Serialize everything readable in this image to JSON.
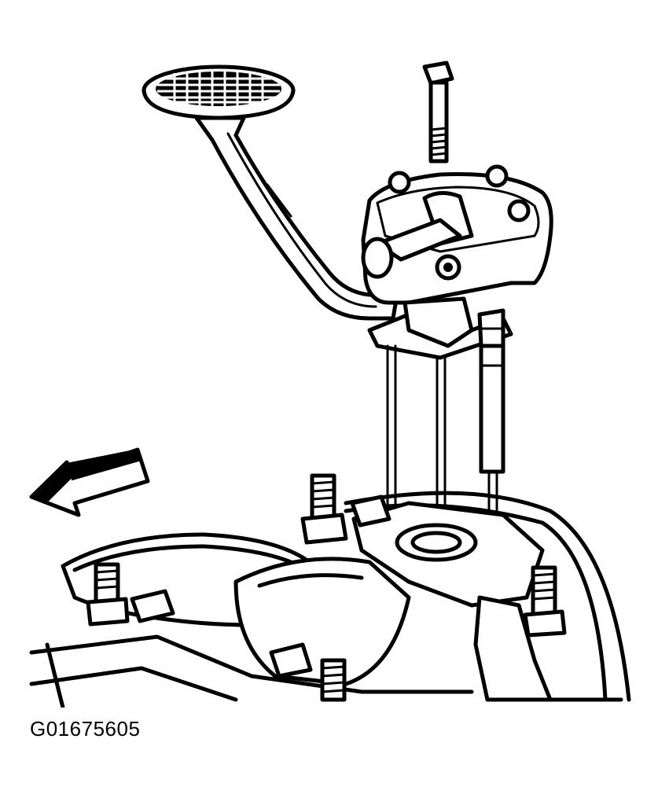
{
  "figure": {
    "id_label": "G01675605"
  },
  "illustration": {
    "parts": [
      "oil-pump-screen",
      "pickup-tube",
      "oil-pump-body",
      "pump-mounting-bolt",
      "alignment-pins",
      "engine-block",
      "bearing-cap-studs",
      "direction-arrow"
    ],
    "ink_color": "#000000",
    "background_color": "#ffffff"
  }
}
